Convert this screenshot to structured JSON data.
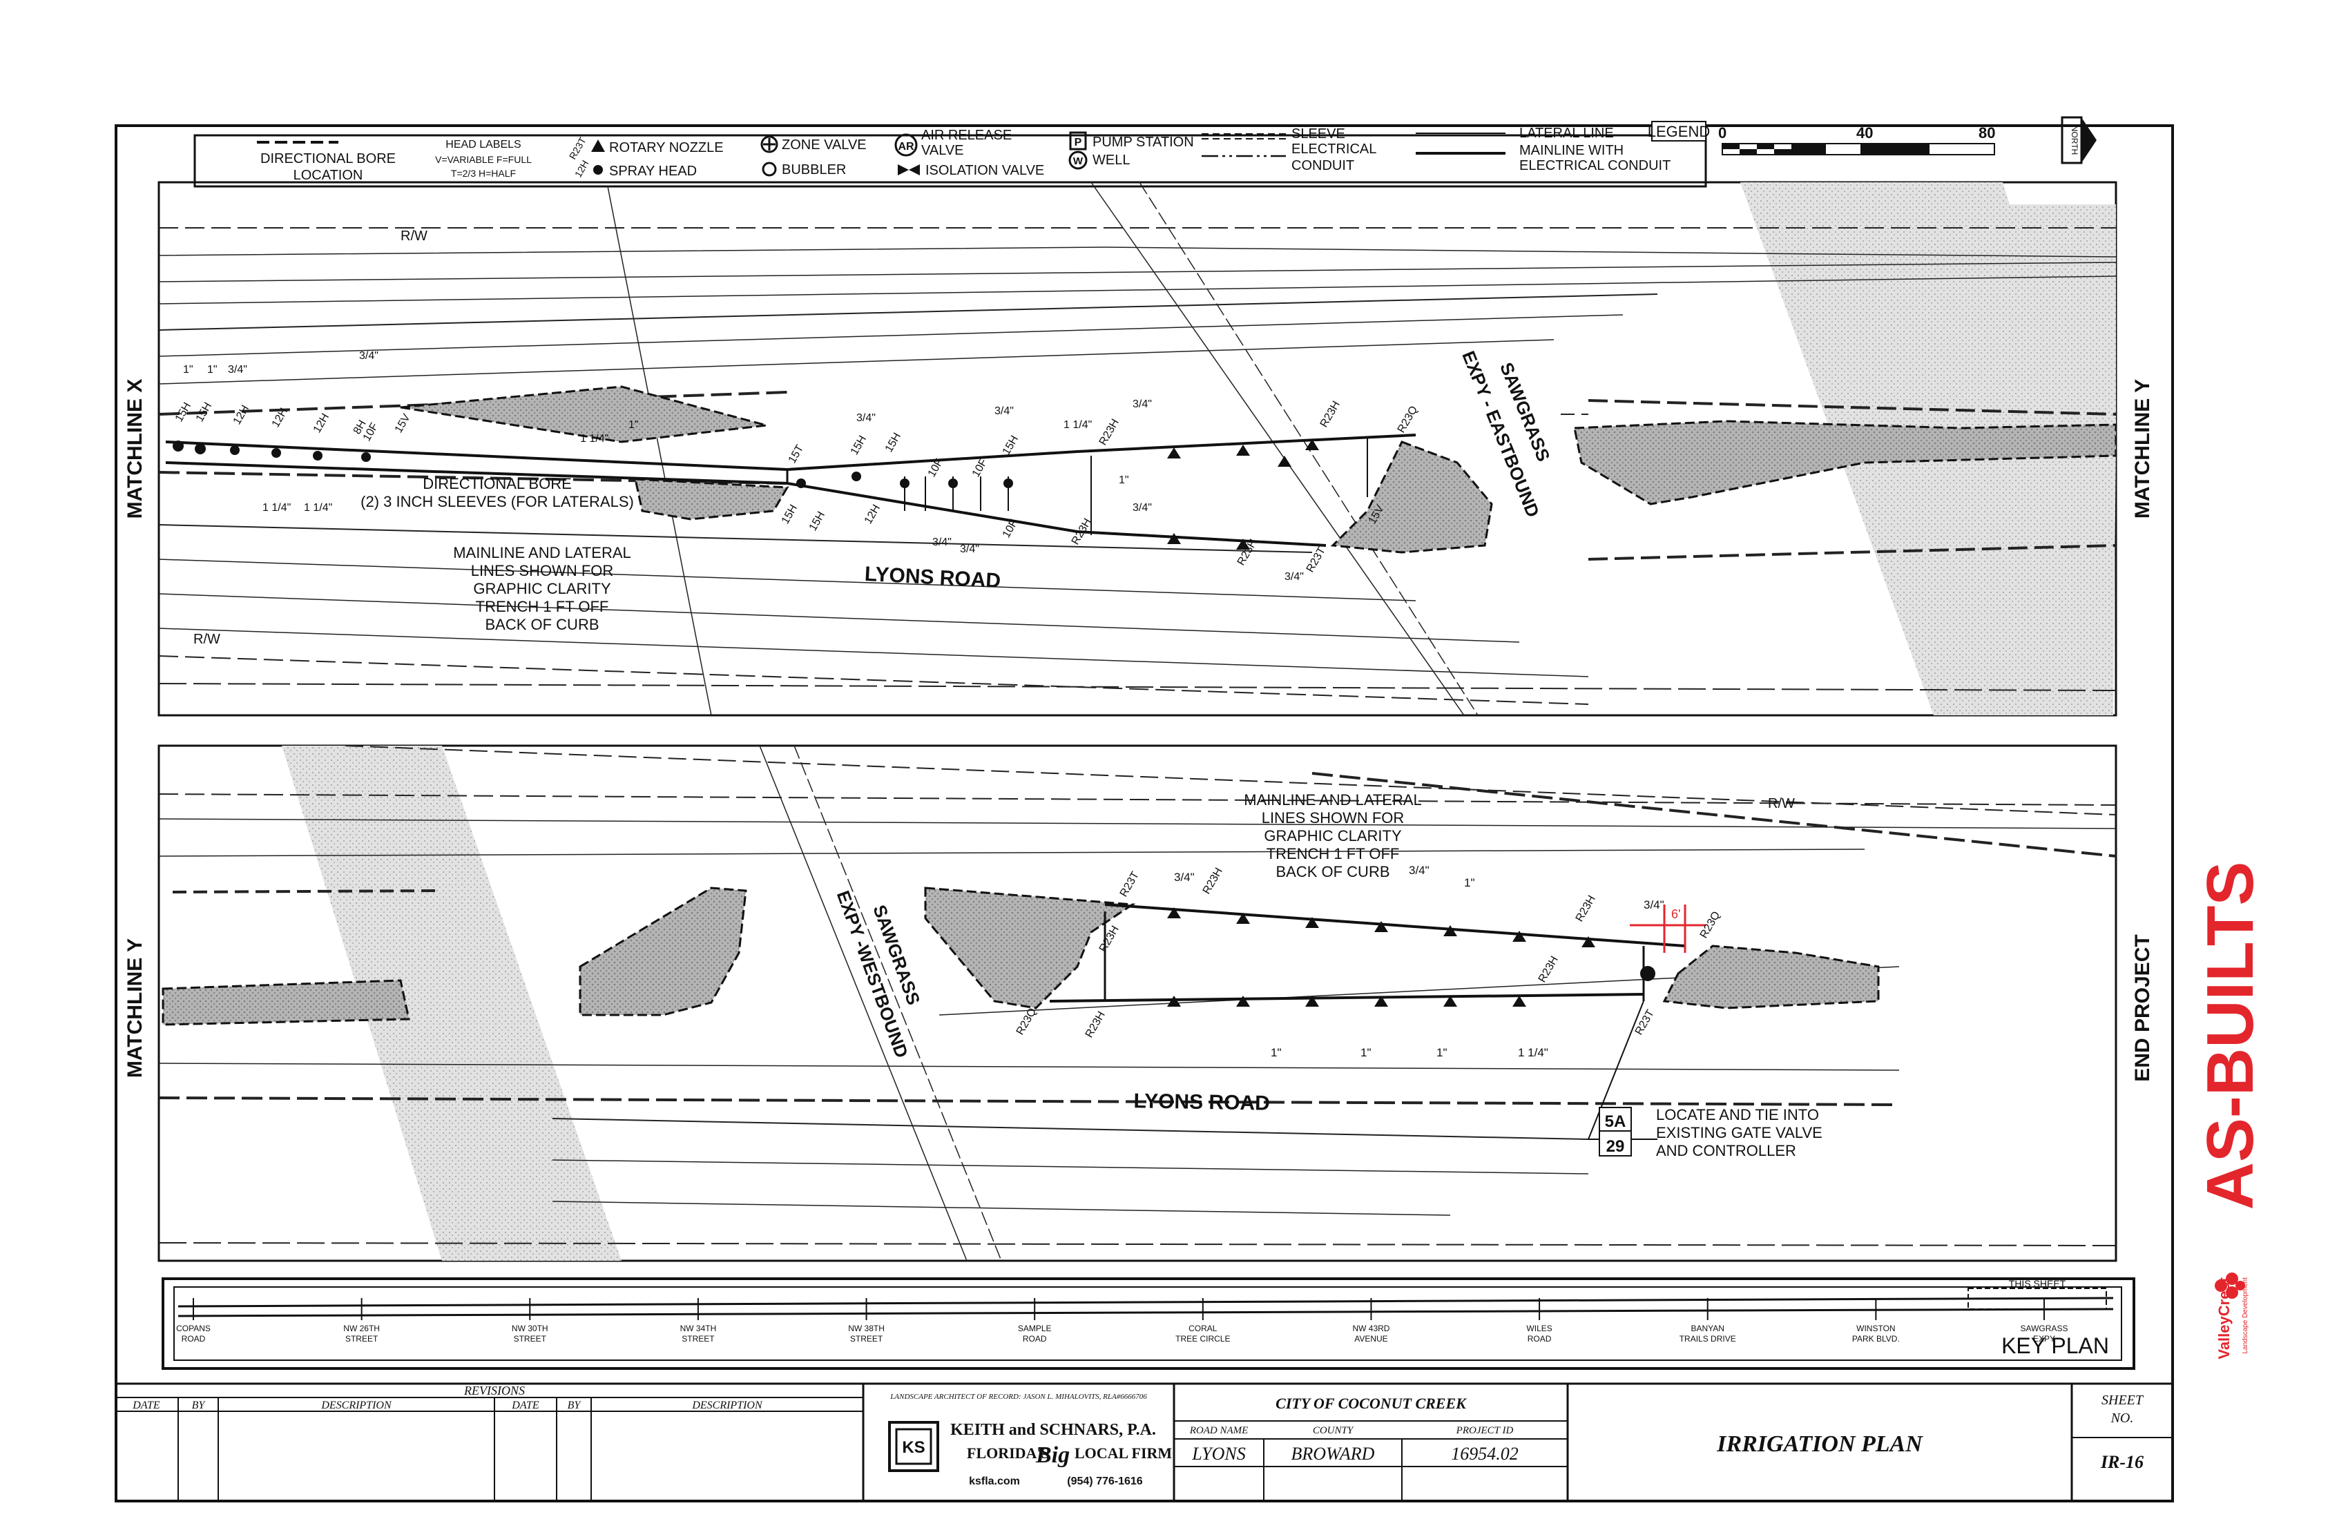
{
  "legend": {
    "title": "LEGEND",
    "directional_bore": "DIRECTIONAL BORE",
    "directional_bore_2": "LOCATION",
    "head_labels_title": "HEAD LABELS",
    "head_labels_line1": "V=VARIABLE F=FULL",
    "head_labels_line2": "T=2/3 H=HALF",
    "rotary_code": "R23T",
    "rotary_nozzle": "ROTARY NOZZLE",
    "spray_code": "12H",
    "spray_head": "SPRAY HEAD",
    "zone_valve": "ZONE VALVE",
    "bubbler": "BUBBLER",
    "air_release_code": "AR",
    "air_release": "AIR RELEASE",
    "air_release_2": "VALVE",
    "isolation_valve": "ISOLATION VALVE",
    "pump_code": "P",
    "pump_station": "PUMP STATION",
    "well_code": "W",
    "well": "WELL",
    "sleeve": "SLEEVE",
    "electrical_conduit": "ELECTRICAL",
    "electrical_conduit_2": "CONDUIT",
    "lateral_line": "LATERAL LINE",
    "mainline_with": "MAINLINE WITH",
    "mainline_with_2": "ELECTRICAL CONDUIT",
    "north_label": "NORTH"
  },
  "scale": {
    "zero": "0",
    "mid": "40",
    "max": "80"
  },
  "panel_top": {
    "matchline_left": "MATCHLINE X",
    "matchline_right": "MATCHLINE Y",
    "rw_label": "R/W",
    "rw_label_lower": "R/W",
    "road_name": "LYONS ROAD",
    "expressway": "SAWGRASS",
    "expressway_2": "EXPY - EASTBOUND",
    "bore_note": "DIRECTIONAL BORE",
    "bore_note_2": "(2) 3 INCH SLEEVES (FOR LATERALS)",
    "note_1": "MAINLINE AND LATERAL",
    "note_2": "LINES SHOWN FOR",
    "note_3": "GRAPHIC CLARITY",
    "note_4": "TRENCH 1 FT OFF",
    "note_5": "BACK OF CURB",
    "head_labels": [
      "15H",
      "15H",
      "12H",
      "12H",
      "12H",
      "8H",
      "15V",
      "10F",
      "15T",
      "15H",
      "15H",
      "10F",
      "10F",
      "15H",
      "R23H",
      "R23H",
      "R23Q",
      "15V",
      "15H",
      "15H",
      "12H",
      "10F",
      "R23H",
      "R23H",
      "R23T"
    ],
    "pipe_sizes": [
      "1\"",
      "1\"",
      "3/4\"",
      "3/4\"",
      "1 1/4\"",
      "1\"",
      "1 1/4\"",
      "1 1/4\"",
      "3/4\"",
      "3/4\"",
      "1 1/4\"",
      "3/4\"",
      "3/4\"",
      "1\"",
      "3/4\"",
      "3/4\"",
      "3/4\""
    ]
  },
  "panel_bottom": {
    "matchline_left": "MATCHLINE Y",
    "end_project": "END PROJECT",
    "rw_label": "R/W",
    "road_name": "LYONS ROAD",
    "expressway": "SAWGRASS",
    "expressway_2": "EXPY -WESTBOUND",
    "note_1": "MAINLINE AND LATERAL",
    "note_2": "LINES SHOWN FOR",
    "note_3": "GRAPHIC CLARITY",
    "note_4": "TRENCH 1 FT OFF",
    "note_5": "BACK OF CURB",
    "head_labels": [
      "R23T",
      "R23H",
      "R23H",
      "R23H",
      "R23Q",
      "R23Q",
      "R23H",
      "R23H",
      "R23T"
    ],
    "pipe_sizes": [
      "3/4\"",
      "3/4\"",
      "1\"",
      "1\"",
      "3/4\"",
      "1\"",
      "1\"",
      "1 1/4\""
    ],
    "callout_ref_top": "5A",
    "callout_ref_bottom": "29",
    "callout_1": "LOCATE AND TIE INTO",
    "callout_2": "EXISTING GATE VALVE",
    "callout_3": "AND CONTROLLER"
  },
  "key_plan": {
    "title": "KEY PLAN",
    "this_sheet": "THIS SHEET",
    "streets": [
      {
        "l1": "COPANS",
        "l2": "ROAD"
      },
      {
        "l1": "NW 26TH",
        "l2": "STREET"
      },
      {
        "l1": "NW 30TH",
        "l2": "STREET"
      },
      {
        "l1": "NW 34TH",
        "l2": "STREET"
      },
      {
        "l1": "NW 38TH",
        "l2": "STREET"
      },
      {
        "l1": "SAMPLE",
        "l2": "ROAD"
      },
      {
        "l1": "CORAL",
        "l2": "TREE CIRCLE"
      },
      {
        "l1": "NW 43RD",
        "l2": "AVENUE"
      },
      {
        "l1": "WILES",
        "l2": "ROAD"
      },
      {
        "l1": "BANYAN",
        "l2": "TRAILS DRIVE"
      },
      {
        "l1": "WINSTON",
        "l2": "PARK BLVD."
      },
      {
        "l1": "SAWGRASS",
        "l2": "EXPY"
      }
    ]
  },
  "title_block": {
    "revisions": "REVISIONS",
    "date": "DATE",
    "by": "BY",
    "description": "DESCRIPTION",
    "la_of_record": "LANDSCAPE ARCHITECT OF RECORD: JASON L. MIHALOVITS, RLA#6666706",
    "firm_name": "KEITH and SCHNARS, P.A.",
    "firm_tagline_1": "FLORIDA'S",
    "firm_tagline_2": "Big",
    "firm_tagline_3": "LOCAL FIRM",
    "firm_logo": "KS",
    "firm_web": "ksfla.com",
    "firm_phone": "(954) 776-1616",
    "city": "CITY OF COCONUT CREEK",
    "road_name_label": "ROAD NAME",
    "county_label": "COUNTY",
    "project_id_label": "PROJECT ID",
    "road_name": "LYONS",
    "county": "BROWARD",
    "project_id": "16954.02",
    "plan_title": "IRRIGATION PLAN",
    "sheet_label": "SHEET",
    "sheet_no_label": "NO.",
    "sheet_no": "IR-16"
  },
  "stamp": {
    "text": "AS-BUILTS",
    "company": "ValleyCrest",
    "company_sub": "Landscape Development"
  },
  "colors": {
    "stamp_red": "#e3262c",
    "hatch": "#9a9a9a",
    "ink": "#111111"
  }
}
